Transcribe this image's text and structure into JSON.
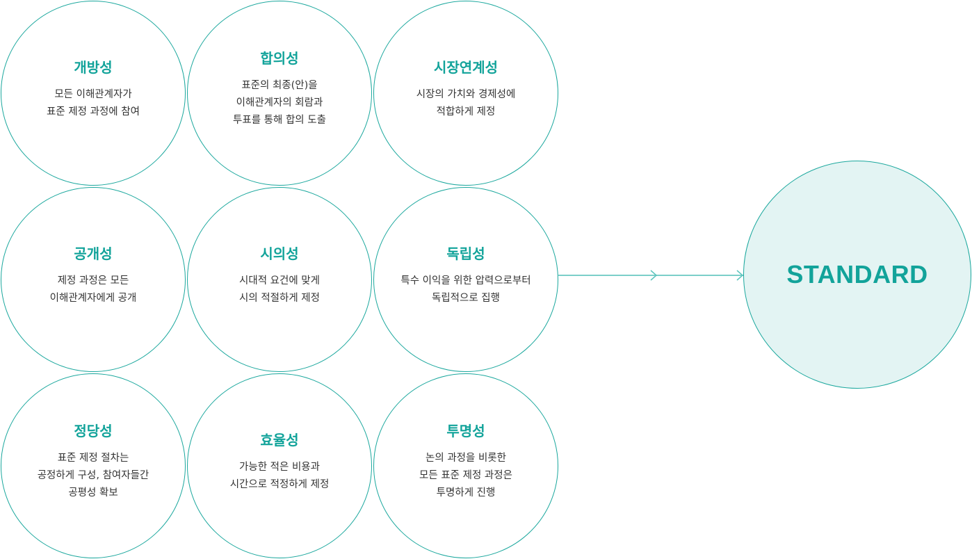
{
  "principles": [
    {
      "title": "개방성",
      "lines": [
        "모든 이해관계자가",
        "표준 제정 과정에 참여"
      ]
    },
    {
      "title": "합의성",
      "lines": [
        "표준의 최종(안)을",
        "이해관계자의 회람과",
        "투표를 통해 합의 도출"
      ]
    },
    {
      "title": "시장연계성",
      "lines": [
        "시장의 가치와 경제성에",
        "적합하게 제정"
      ]
    },
    {
      "title": "공개성",
      "lines": [
        "제정 과정은 모든",
        "이해관계자에게 공개"
      ]
    },
    {
      "title": "시의성",
      "lines": [
        "시대적 요건에 맞게",
        "시의 적절하게 제정"
      ]
    },
    {
      "title": "독립성",
      "lines": [
        "특수 이익을 위한 압력으로부터",
        "독립적으로 집행"
      ]
    },
    {
      "title": "정당성",
      "lines": [
        "표준 제정 절차는",
        "공정하게 구성, 참여자들간",
        "공평성 확보"
      ]
    },
    {
      "title": "효율성",
      "lines": [
        "가능한 적은 비용과",
        "시간으로 적정하게 제정"
      ]
    },
    {
      "title": "투명성",
      "lines": [
        "논의 과정을 비롯한",
        "모든 표준 제정 과정은",
        "투명하게 진행"
      ]
    }
  ],
  "result": {
    "label": "STANDARD"
  },
  "colors": {
    "accent": "#12a39a",
    "line": "#7ccfc9",
    "fill": "#e3f4f3"
  }
}
